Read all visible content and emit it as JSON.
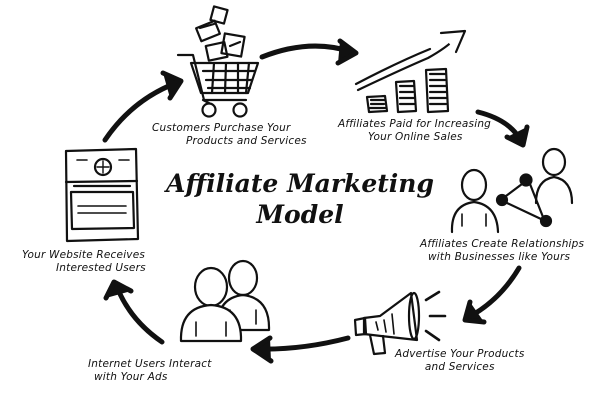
{
  "title": [
    "Affiliate Marketing",
    "Model"
  ],
  "labels": {
    "customers_purchase": [
      "Customers Purchase Your",
      "Products and Services"
    ],
    "affiliates_paid": [
      "Affiliates Paid for Increasing",
      "Your Online Sales"
    ],
    "affiliates_create": [
      "Affiliates Create Relationships",
      "with Businesses like Yours"
    ],
    "advertise": [
      "Advertise Your Products",
      "and Services"
    ],
    "internet_users": [
      "Internet Users Interact",
      "with Your Ads"
    ],
    "website_receives": [
      "Your Website Receives",
      "Interested Users"
    ]
  },
  "icons": [
    "shopping-cart-icon",
    "growth-chart-icon",
    "network-people-icon",
    "megaphone-icon",
    "two-people-icon",
    "website-icon"
  ],
  "colors": {
    "ink": "#111111",
    "background": "#ffffff"
  }
}
